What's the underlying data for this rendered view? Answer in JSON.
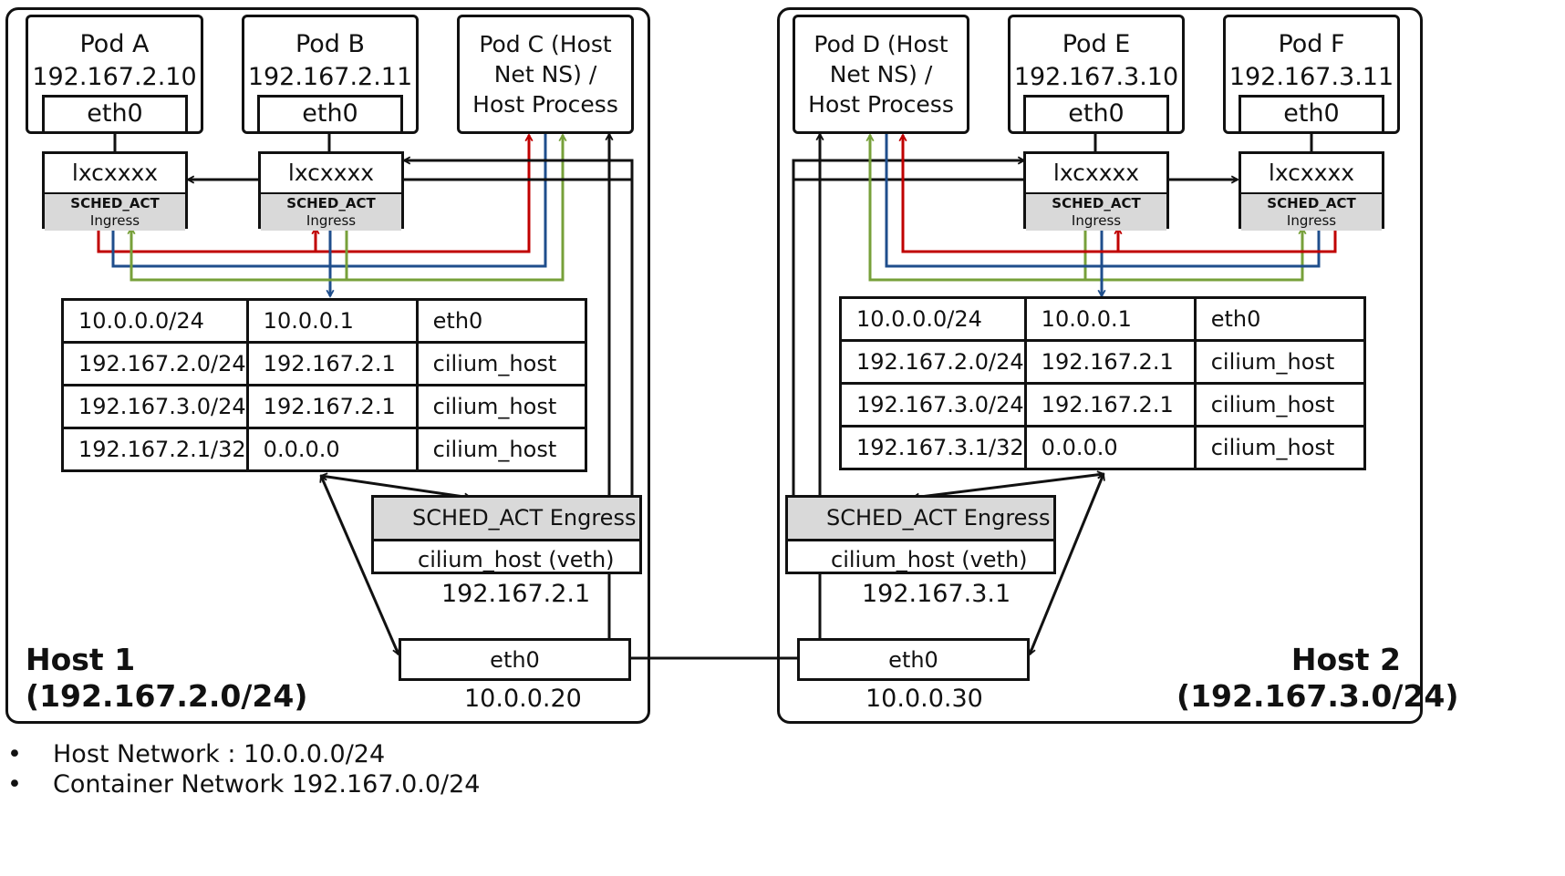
{
  "host1": {
    "label_line1": "Host 1",
    "label_line2": "(192.167.2.0/24)",
    "pods": [
      {
        "name": "Pod A",
        "ip": "192.167.2.10",
        "iface": "eth0"
      },
      {
        "name": "Pod B",
        "ip": "192.167.2.11",
        "iface": "eth0"
      },
      {
        "line1": "Pod C (Host",
        "line2": "Net NS) /",
        "line3": "Host Process"
      }
    ],
    "lxc": [
      {
        "name": "lxcxxxx",
        "prog": "SCHED_ACT",
        "dir": "Ingress"
      },
      {
        "name": "lxcxxxx",
        "prog": "SCHED_ACT",
        "dir": "Ingress"
      }
    ],
    "routes": [
      [
        "10.0.0.0/24",
        "10.0.0.1",
        "eth0"
      ],
      [
        "192.167.2.0/24",
        "192.167.2.1",
        "cilium_host"
      ],
      [
        "192.167.3.0/24",
        "192.167.2.1",
        "cilium_host"
      ],
      [
        "192.167.2.1/32",
        "0.0.0.0",
        "cilium_host"
      ]
    ],
    "sched_egress": "SCHED_ACT Engress",
    "cilium_host": "cilium_host (veth)",
    "cilium_host_ip": "192.167.2.1",
    "eth0": "eth0",
    "eth0_ip": "10.0.0.20"
  },
  "host2": {
    "label_line1": "Host 2",
    "label_line2": "(192.167.3.0/24)",
    "pods": [
      {
        "line1": "Pod D (Host",
        "line2": "Net NS) /",
        "line3": "Host Process"
      },
      {
        "name": "Pod E",
        "ip": "192.167.3.10",
        "iface": "eth0"
      },
      {
        "name": "Pod F",
        "ip": "192.167.3.11",
        "iface": "eth0"
      }
    ],
    "lxc": [
      {
        "name": "lxcxxxx",
        "prog": "SCHED_ACT",
        "dir": "Ingress"
      },
      {
        "name": "lxcxxxx",
        "prog": "SCHED_ACT",
        "dir": "Ingress"
      }
    ],
    "routes": [
      [
        "10.0.0.0/24",
        "10.0.0.1",
        "eth0"
      ],
      [
        "192.167.2.0/24",
        "192.167.2.1",
        "cilium_host"
      ],
      [
        "192.167.3.0/24",
        "192.167.2.1",
        "cilium_host"
      ],
      [
        "192.167.3.1/32",
        "0.0.0.0",
        "cilium_host"
      ]
    ],
    "sched_egress": "SCHED_ACT Engress",
    "cilium_host": "cilium_host (veth)",
    "cilium_host_ip": "192.167.3.1",
    "eth0": "eth0",
    "eth0_ip": "10.0.0.30"
  },
  "notes": {
    "bullet": "•",
    "items": [
      "Host Network : 10.0.0.0/24",
      "Container Network 192.167.0.0/24"
    ]
  },
  "colors": {
    "line": "#111111",
    "red": "#c00000",
    "blue": "#1f4e8c",
    "green": "#77a03a",
    "shade": "#d9d9d9"
  }
}
